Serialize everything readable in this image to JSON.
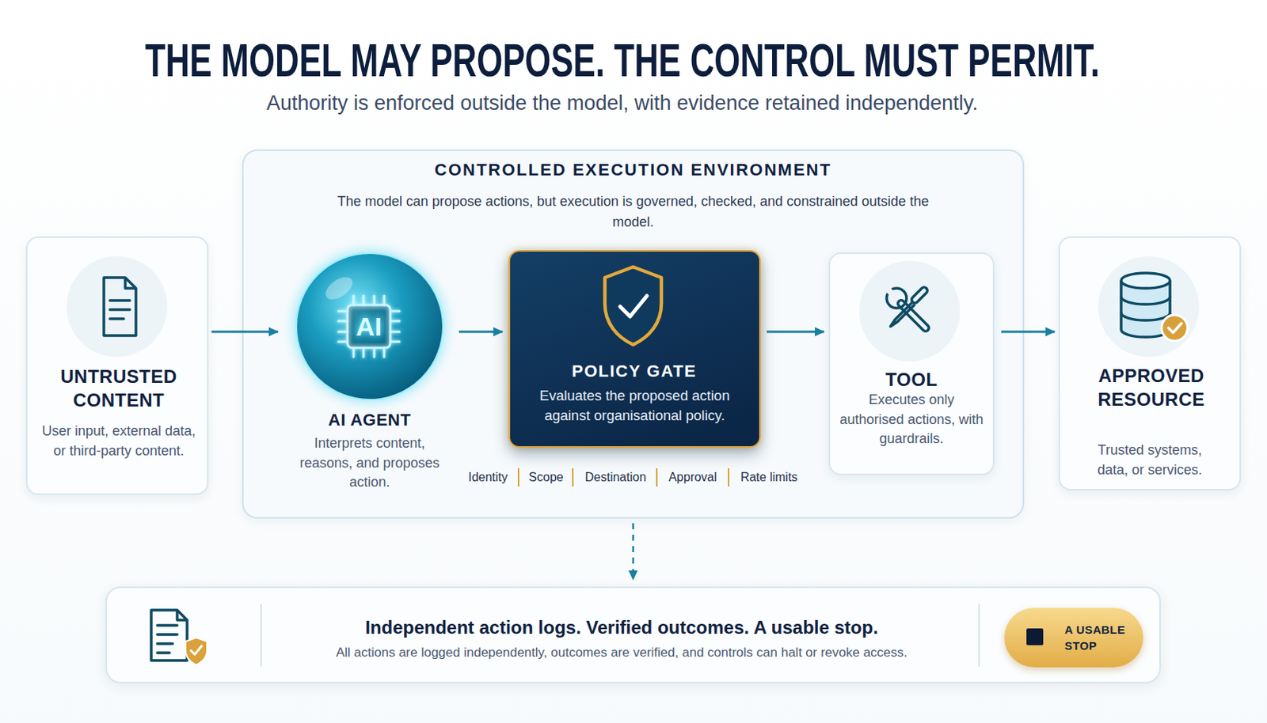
{
  "diagram": {
    "title": "THE MODEL MAY PROPOSE. THE CONTROL MUST PERMIT.",
    "caption": "Authority is enforced outside the model, with evidence retained independently.",
    "nodes": [
      {
        "text": [
          "UNTRUSTED CONTENT",
          "User input, external data, or third-party content."
        ]
      },
      {
        "text": [
          "CONTROLLED EXECUTION ENVIRONMENT",
          "The model can propose actions, but execution is governed, checked, and constrained outside the model."
        ]
      },
      {
        "text": [
          "AI AGENT",
          "Interprets content, reasons, and proposes action."
        ],
        "in": 1
      },
      {
        "text": [
          "POLICY GATE",
          "Evaluates the proposed action against organisational policy."
        ],
        "in": 1
      },
      {
        "text": [
          "TOOL",
          "Executes only authorised actions, with guardrails."
        ],
        "in": 1
      },
      {
        "text": [
          "APPROVED RESOURCE",
          "Trusted systems, data, or services."
        ]
      },
      {
        "text": [
          "Independent action logs. Verified outcomes. A usable stop.",
          "All actions are logged independently, outcomes are verified, and controls can halt or revoke access."
        ]
      },
      {
        "text": [
          "A USABLE STOP"
        ],
        "in": 6
      }
    ],
    "edges": [
      {
        "from": 0,
        "to": 2,
        "arrow": "to"
      },
      {
        "from": 2,
        "to": 3,
        "arrow": "to"
      },
      {
        "from": 3,
        "to": 4,
        "arrow": "to"
      },
      {
        "from": 4,
        "to": 5,
        "arrow": "to"
      },
      {
        "from": 1,
        "to": 6,
        "arrow": "to"
      }
    ],
    "labels": [
      "AI",
      "Identity",
      "Scope",
      "Destination",
      "Approval",
      "Rate limits"
    ]
  }
}
